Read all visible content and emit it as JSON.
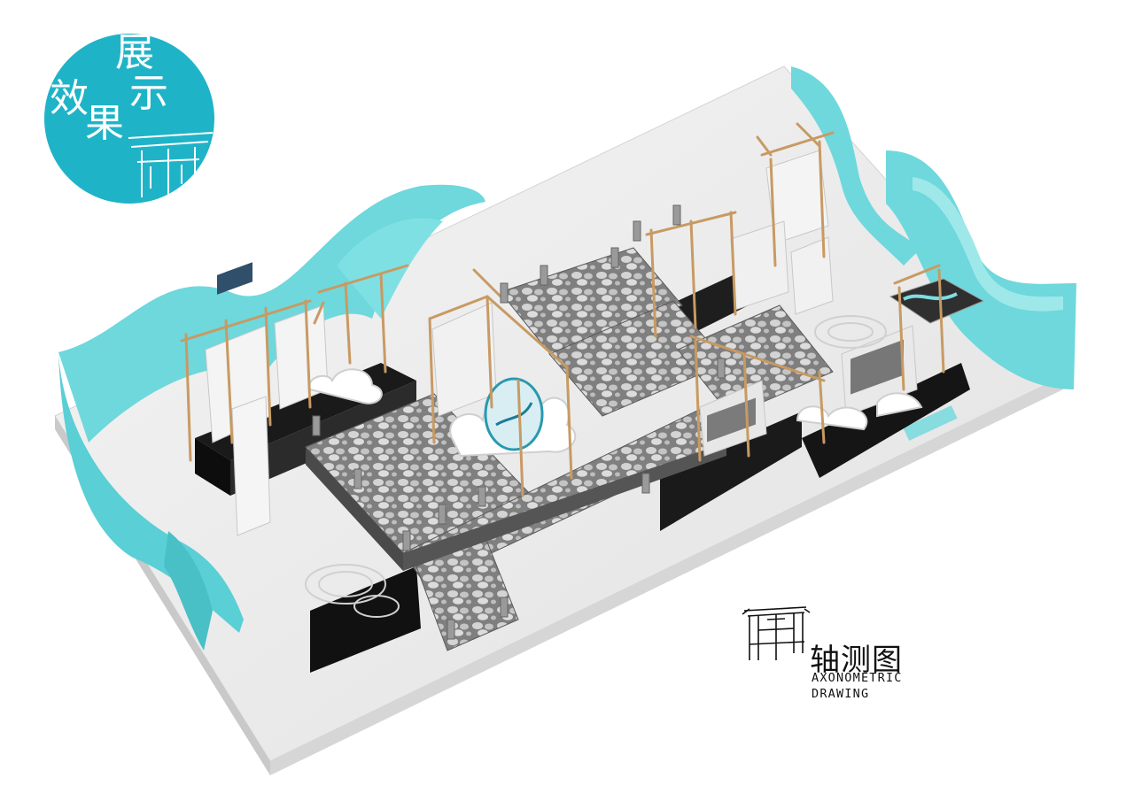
{
  "badge": {
    "chars": [
      "展",
      "示",
      "效",
      "果"
    ],
    "color": "#1fb3c8"
  },
  "drawing_label": {
    "title": "轴测图",
    "subtitle_line1": "AXONOMETRIC",
    "subtitle_line2": "DRAWING"
  },
  "colors": {
    "wave": "#6ed8dc",
    "wave_dark": "#46c3c9",
    "floor": "#ececec",
    "walkway": "#8f8f8f",
    "frame": "#c89a63",
    "panel": "#f4f4f4",
    "base": "#151515"
  }
}
